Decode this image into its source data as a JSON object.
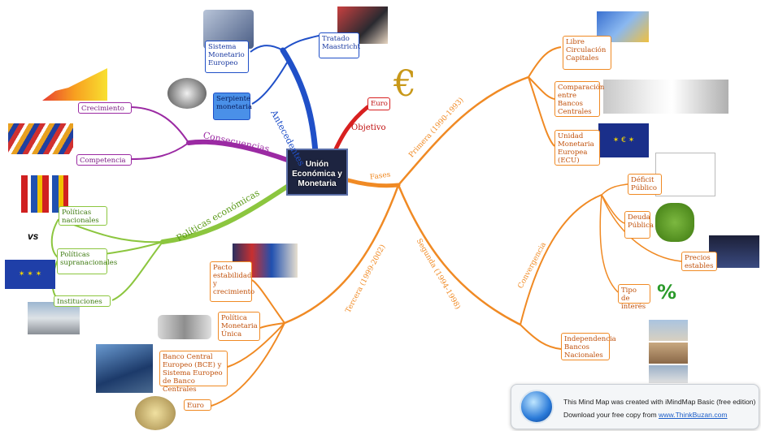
{
  "center": {
    "title": "Unión Económica y Monetaria"
  },
  "branches": {
    "antecedentes": {
      "label": "Antecedentes",
      "color": "#2050c8",
      "nodes": {
        "sme": "Sistema Monetario Europeo",
        "serpiente": "Serpiente monetaria",
        "maastricht": "Tratado Maastricht"
      }
    },
    "objetivo": {
      "label": "Objetivo",
      "color": "#d82020",
      "nodes": {
        "euro": "Euro"
      }
    },
    "consecuencias": {
      "label": "Consecuencias",
      "color": "#9b2aa3",
      "nodes": {
        "crecimiento": "Crecimiento",
        "competencia": "Competencia"
      }
    },
    "politicas": {
      "label": "Políticas económicas",
      "color": "#8cc63f",
      "nodes": {
        "nacionales": "Políticas nacionales",
        "supranacionales": "Políticas supranacionales",
        "instituciones": "Instituciones"
      }
    },
    "fases": {
      "label": "Fases",
      "color": "#f08a24",
      "primera": {
        "label": "Primera (1990-1993)",
        "nodes": {
          "libre": "Libre Circulación Capitales",
          "comparacion": "Comparación entre Bancos Centrales",
          "ecu": "Unidad Monetaria Europea (ECU)"
        }
      },
      "segunda": {
        "label": "Segunda (1994-1998)",
        "convergencia": {
          "label": "Convergencia",
          "nodes": {
            "deficit": "Déficit Público",
            "deuda": "Deuda Pública",
            "precios": "Precios estables",
            "tipo": "Tipo de interés"
          }
        },
        "nodes": {
          "independencia": "Independencia Bancos Nacionales"
        }
      },
      "tercera": {
        "label": "Tercera (1999-2002)",
        "nodes": {
          "pacto": "Pacto estabilidad y crecimiento",
          "politica_unica": "Política Monetaria Única",
          "bce": "Banco Central Europeo (BCE) y Sistema Europeo de Banco Centrales",
          "euro": "Euro"
        }
      }
    }
  },
  "misc": {
    "vs": "vs",
    "euro_glyph": "€",
    "pct": "%"
  },
  "banner": {
    "line1": "This Mind Map was created with iMindMap Basic (free edition)",
    "line2_prefix": "Download your free copy from ",
    "line2_link": "www.ThinkBuzan.com"
  }
}
